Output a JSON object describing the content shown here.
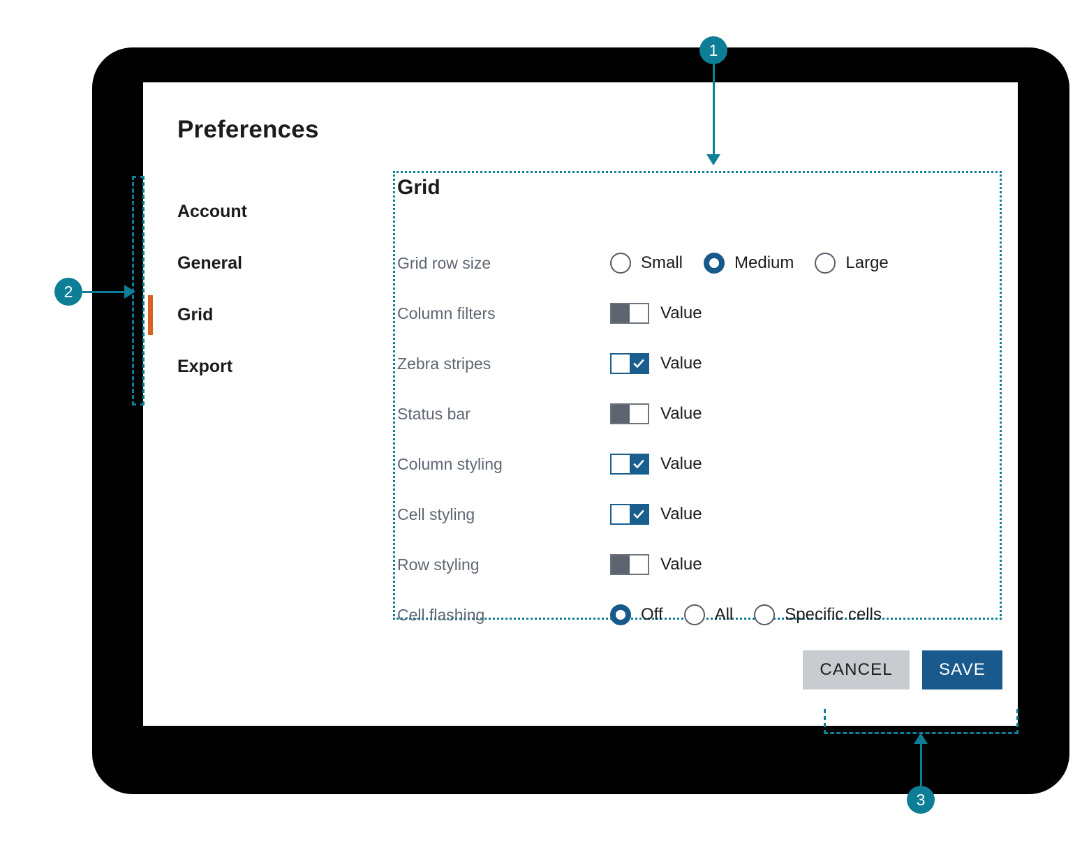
{
  "dialog": {
    "title": "Preferences"
  },
  "sidebar": {
    "items": [
      {
        "label": "Account",
        "active": false
      },
      {
        "label": "General",
        "active": false
      },
      {
        "label": "Grid",
        "active": true
      },
      {
        "label": "Export",
        "active": false
      }
    ]
  },
  "section": {
    "title": "Grid",
    "rows": [
      {
        "label": "Grid row size",
        "type": "radio",
        "options": [
          {
            "label": "Small",
            "selected": false
          },
          {
            "label": "Medium",
            "selected": true
          },
          {
            "label": "Large",
            "selected": false
          }
        ]
      },
      {
        "label": "Column filters",
        "type": "toggle",
        "state": "off",
        "value": "Value"
      },
      {
        "label": "Zebra stripes",
        "type": "toggle",
        "state": "on",
        "value": "Value"
      },
      {
        "label": "Status bar",
        "type": "toggle",
        "state": "off",
        "value": "Value"
      },
      {
        "label": "Column styling",
        "type": "toggle",
        "state": "on",
        "value": "Value"
      },
      {
        "label": "Cell styling",
        "type": "toggle",
        "state": "on",
        "value": "Value"
      },
      {
        "label": "Row styling",
        "type": "toggle",
        "state": "off",
        "value": "Value"
      },
      {
        "label": "Cell flashing",
        "type": "radio",
        "options": [
          {
            "label": "Off",
            "selected": true
          },
          {
            "label": "All",
            "selected": false
          },
          {
            "label": "Specific cells",
            "selected": false
          }
        ]
      }
    ]
  },
  "footer": {
    "cancel_label": "CANCEL",
    "save_label": "SAVE"
  },
  "annotations": [
    {
      "number": "1"
    },
    {
      "number": "2"
    },
    {
      "number": "3"
    }
  ],
  "colors": {
    "accent_teal": "#0d7e96",
    "active_orange": "#d9601e",
    "primary_blue": "#19598b",
    "toggle_off_gray": "#5d646f",
    "cancel_gray": "#c8ccd0",
    "label_gray": "#5e6672"
  }
}
